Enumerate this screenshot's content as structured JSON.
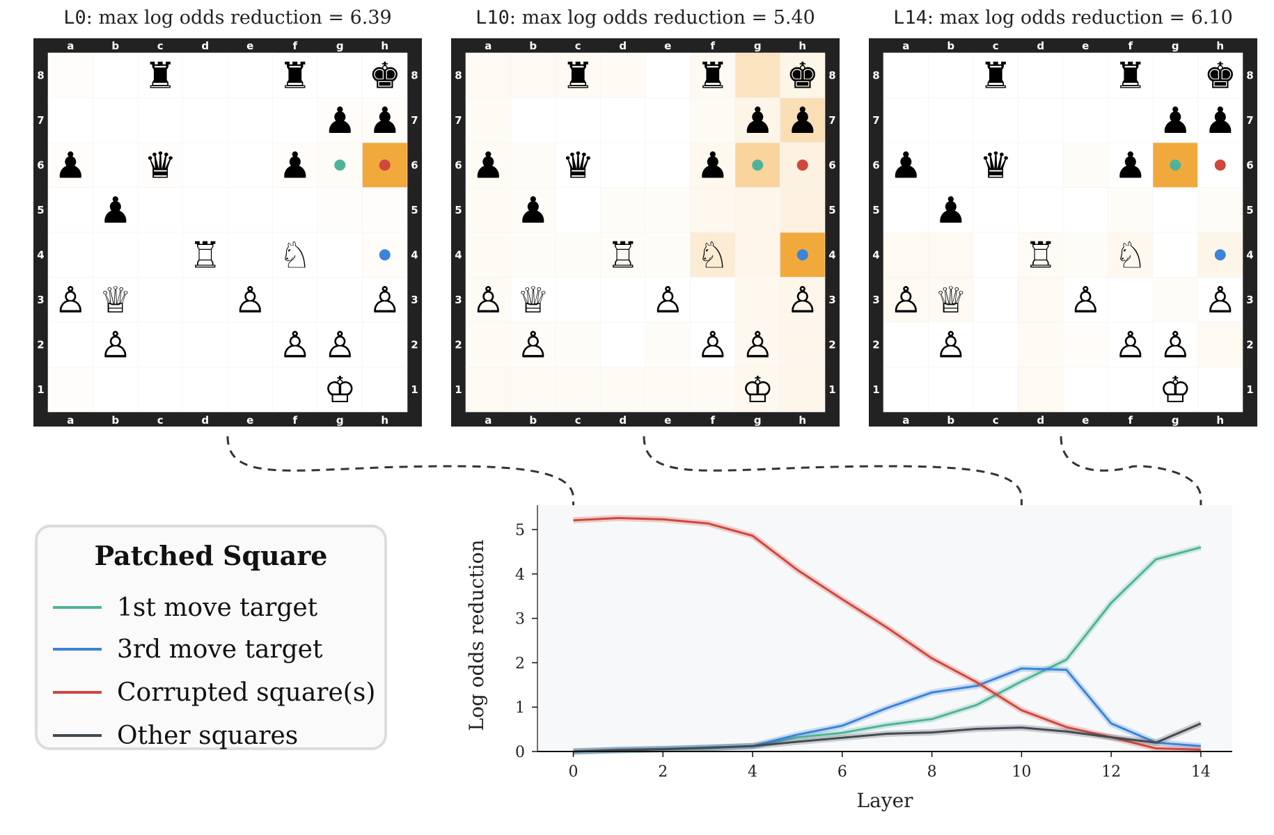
{
  "boards": [
    {
      "title_layer": "L0",
      "title_text": ": max log odds reduction = 6.39",
      "highlights": [
        {
          "square": "h6",
          "intensity": 1.0
        },
        {
          "square": "g6",
          "intensity": 0.04
        },
        {
          "square": "f6",
          "intensity": 0.03
        },
        {
          "square": "g7",
          "intensity": 0.03
        },
        {
          "square": "h7",
          "intensity": 0.03
        },
        {
          "square": "a8",
          "intensity": 0.02
        },
        {
          "square": "a6",
          "intensity": 0.02
        },
        {
          "square": "c6",
          "intensity": 0.02
        },
        {
          "square": "h5",
          "intensity": 0.02
        },
        {
          "square": "g5",
          "intensity": 0.02
        },
        {
          "square": "h4",
          "intensity": 0.03
        },
        {
          "square": "a1",
          "intensity": 0.02
        }
      ],
      "dots": [
        {
          "square": "g6",
          "color": "#4fb39a"
        },
        {
          "square": "h6",
          "color": "#d0473d"
        },
        {
          "square": "h4",
          "color": "#3a84d9"
        }
      ]
    },
    {
      "title_layer": "L10",
      "title_text": ": max log odds reduction = 5.40",
      "highlights": [
        {
          "square": "h4",
          "intensity": 1.0
        },
        {
          "square": "g6",
          "intensity": 0.5
        },
        {
          "square": "h7",
          "intensity": 0.38
        },
        {
          "square": "g8",
          "intensity": 0.32
        },
        {
          "square": "f4",
          "intensity": 0.22
        },
        {
          "square": "h6",
          "intensity": 0.15
        },
        {
          "square": "h5",
          "intensity": 0.15
        },
        {
          "square": "h8",
          "intensity": 0.12
        },
        {
          "square": "g7",
          "intensity": 0.12
        },
        {
          "square": "h3",
          "intensity": 0.1
        },
        {
          "square": "h2",
          "intensity": 0.1
        },
        {
          "square": "h1",
          "intensity": 0.1
        },
        {
          "square": "g5",
          "intensity": 0.1
        },
        {
          "square": "g4",
          "intensity": 0.1
        },
        {
          "square": "g3",
          "intensity": 0.08
        },
        {
          "square": "g2",
          "intensity": 0.08
        },
        {
          "square": "g1",
          "intensity": 0.08
        },
        {
          "square": "f6",
          "intensity": 0.08
        },
        {
          "square": "f5",
          "intensity": 0.08
        },
        {
          "square": "f8",
          "intensity": 0.06
        },
        {
          "square": "a8",
          "intensity": 0.06
        },
        {
          "square": "b8",
          "intensity": 0.06
        },
        {
          "square": "c8",
          "intensity": 0.06
        },
        {
          "square": "d8",
          "intensity": 0.05
        },
        {
          "square": "a7",
          "intensity": 0.05
        },
        {
          "square": "a6",
          "intensity": 0.05
        },
        {
          "square": "a5",
          "intensity": 0.05
        },
        {
          "square": "a4",
          "intensity": 0.05
        },
        {
          "square": "a3",
          "intensity": 0.05
        },
        {
          "square": "a2",
          "intensity": 0.05
        },
        {
          "square": "a1",
          "intensity": 0.07
        },
        {
          "square": "b1",
          "intensity": 0.05
        },
        {
          "square": "c1",
          "intensity": 0.05
        },
        {
          "square": "d1",
          "intensity": 0.05
        },
        {
          "square": "e1",
          "intensity": 0.05
        },
        {
          "square": "f1",
          "intensity": 0.05
        },
        {
          "square": "b6",
          "intensity": 0.04
        },
        {
          "square": "d5",
          "intensity": 0.04
        },
        {
          "square": "e5",
          "intensity": 0.04
        },
        {
          "square": "d4",
          "intensity": 0.04
        },
        {
          "square": "e4",
          "intensity": 0.04
        },
        {
          "square": "f7",
          "intensity": 0.05
        },
        {
          "square": "c4",
          "intensity": 0.04
        },
        {
          "square": "b4",
          "intensity": 0.04
        },
        {
          "square": "b5",
          "intensity": 0.04
        },
        {
          "square": "b2",
          "intensity": 0.04
        },
        {
          "square": "c2",
          "intensity": 0.04
        },
        {
          "square": "e2",
          "intensity": 0.04
        }
      ],
      "dots": [
        {
          "square": "g6",
          "color": "#4fb39a"
        },
        {
          "square": "h6",
          "color": "#d0473d"
        },
        {
          "square": "h4",
          "color": "#3a84d9"
        }
      ]
    },
    {
      "title_layer": "L14",
      "title_text": ": max log odds reduction = 6.10",
      "highlights": [
        {
          "square": "g6",
          "intensity": 1.0
        },
        {
          "square": "h4",
          "intensity": 0.12
        },
        {
          "square": "a4",
          "intensity": 0.07
        },
        {
          "square": "b4",
          "intensity": 0.07
        },
        {
          "square": "a3",
          "intensity": 0.07
        },
        {
          "square": "b3",
          "intensity": 0.06
        },
        {
          "square": "f4",
          "intensity": 0.08
        },
        {
          "square": "d4",
          "intensity": 0.05
        },
        {
          "square": "e4",
          "intensity": 0.04
        },
        {
          "square": "d3",
          "intensity": 0.07
        },
        {
          "square": "d2",
          "intensity": 0.05
        },
        {
          "square": "d1",
          "intensity": 0.07
        },
        {
          "square": "h2",
          "intensity": 0.07
        },
        {
          "square": "e6",
          "intensity": 0.04
        },
        {
          "square": "f5",
          "intensity": 0.04
        },
        {
          "square": "h5",
          "intensity": 0.04
        },
        {
          "square": "g3",
          "intensity": 0.04
        },
        {
          "square": "e2",
          "intensity": 0.03
        }
      ],
      "dots": [
        {
          "square": "g6",
          "color": "#4fb39a"
        },
        {
          "square": "h6",
          "color": "#d0473d"
        },
        {
          "square": "h4",
          "color": "#3a84d9"
        }
      ]
    }
  ],
  "position": [
    {
      "square": "c8",
      "glyph": "♜"
    },
    {
      "square": "f8",
      "glyph": "♜"
    },
    {
      "square": "h8",
      "glyph": "♚"
    },
    {
      "square": "g7",
      "glyph": "♟"
    },
    {
      "square": "h7",
      "glyph": "♟"
    },
    {
      "square": "a6",
      "glyph": "♟"
    },
    {
      "square": "c6",
      "glyph": "♛"
    },
    {
      "square": "f6",
      "glyph": "♟"
    },
    {
      "square": "b5",
      "glyph": "♟"
    },
    {
      "square": "d4",
      "glyph": "♖"
    },
    {
      "square": "f4",
      "glyph": "♘"
    },
    {
      "square": "a3",
      "glyph": "♙"
    },
    {
      "square": "b3",
      "glyph": "♕"
    },
    {
      "square": "e3",
      "glyph": "♙"
    },
    {
      "square": "h3",
      "glyph": "♙"
    },
    {
      "square": "b2",
      "glyph": "♙"
    },
    {
      "square": "f2",
      "glyph": "♙"
    },
    {
      "square": "g2",
      "glyph": "♙"
    },
    {
      "square": "g1",
      "glyph": "♔"
    }
  ],
  "files": [
    "a",
    "b",
    "c",
    "d",
    "e",
    "f",
    "g",
    "h"
  ],
  "ranks": [
    "8",
    "7",
    "6",
    "5",
    "4",
    "3",
    "2",
    "1"
  ],
  "legend": {
    "title": "Patched Square",
    "items": [
      {
        "label": "1st move target",
        "color": "#4fb39a"
      },
      {
        "label": "3rd move target",
        "color": "#3a84d9"
      },
      {
        "label": "Corrupted square(s)",
        "color": "#d0473d"
      },
      {
        "label": "Other squares",
        "color": "#444a52"
      }
    ]
  },
  "colors": {
    "heat": "#f2a93b",
    "board_border": "#222222",
    "plot_bg": "#f7f8fa"
  },
  "chart_data": {
    "type": "line",
    "xlabel": "Layer",
    "ylabel": "Log odds reduction",
    "xlim": [
      -0.8,
      14.7
    ],
    "ylim": [
      0,
      5.55
    ],
    "xticks": [
      0,
      2,
      4,
      6,
      8,
      10,
      12,
      14
    ],
    "yticks": [
      0,
      1,
      2,
      3,
      4,
      5
    ],
    "grid": false,
    "vlines": [
      0,
      10,
      14
    ],
    "x": [
      0,
      1,
      2,
      3,
      4,
      5,
      6,
      7,
      8,
      9,
      10,
      11,
      12,
      13,
      14
    ],
    "series": [
      {
        "name": "1st move target",
        "color": "#4fb39a",
        "values": [
          0.0,
          0.03,
          0.05,
          0.08,
          0.12,
          0.32,
          0.42,
          0.6,
          0.73,
          1.05,
          1.58,
          2.07,
          3.35,
          4.33,
          4.6
        ]
      },
      {
        "name": "3rd move target",
        "color": "#3a84d9",
        "values": [
          0.0,
          0.04,
          0.06,
          0.09,
          0.12,
          0.38,
          0.58,
          0.98,
          1.33,
          1.48,
          1.87,
          1.84,
          0.63,
          0.2,
          0.12
        ]
      },
      {
        "name": "Corrupted square(s)",
        "color": "#d0473d",
        "values": [
          5.21,
          5.26,
          5.23,
          5.14,
          4.86,
          4.09,
          3.43,
          2.79,
          2.1,
          1.56,
          0.93,
          0.55,
          0.32,
          0.07,
          0.04
        ]
      },
      {
        "name": "Other squares",
        "color": "#444a52",
        "values": [
          0.0,
          0.03,
          0.05,
          0.08,
          0.12,
          0.22,
          0.31,
          0.4,
          0.43,
          0.51,
          0.54,
          0.45,
          0.32,
          0.2,
          0.63
        ]
      }
    ]
  }
}
